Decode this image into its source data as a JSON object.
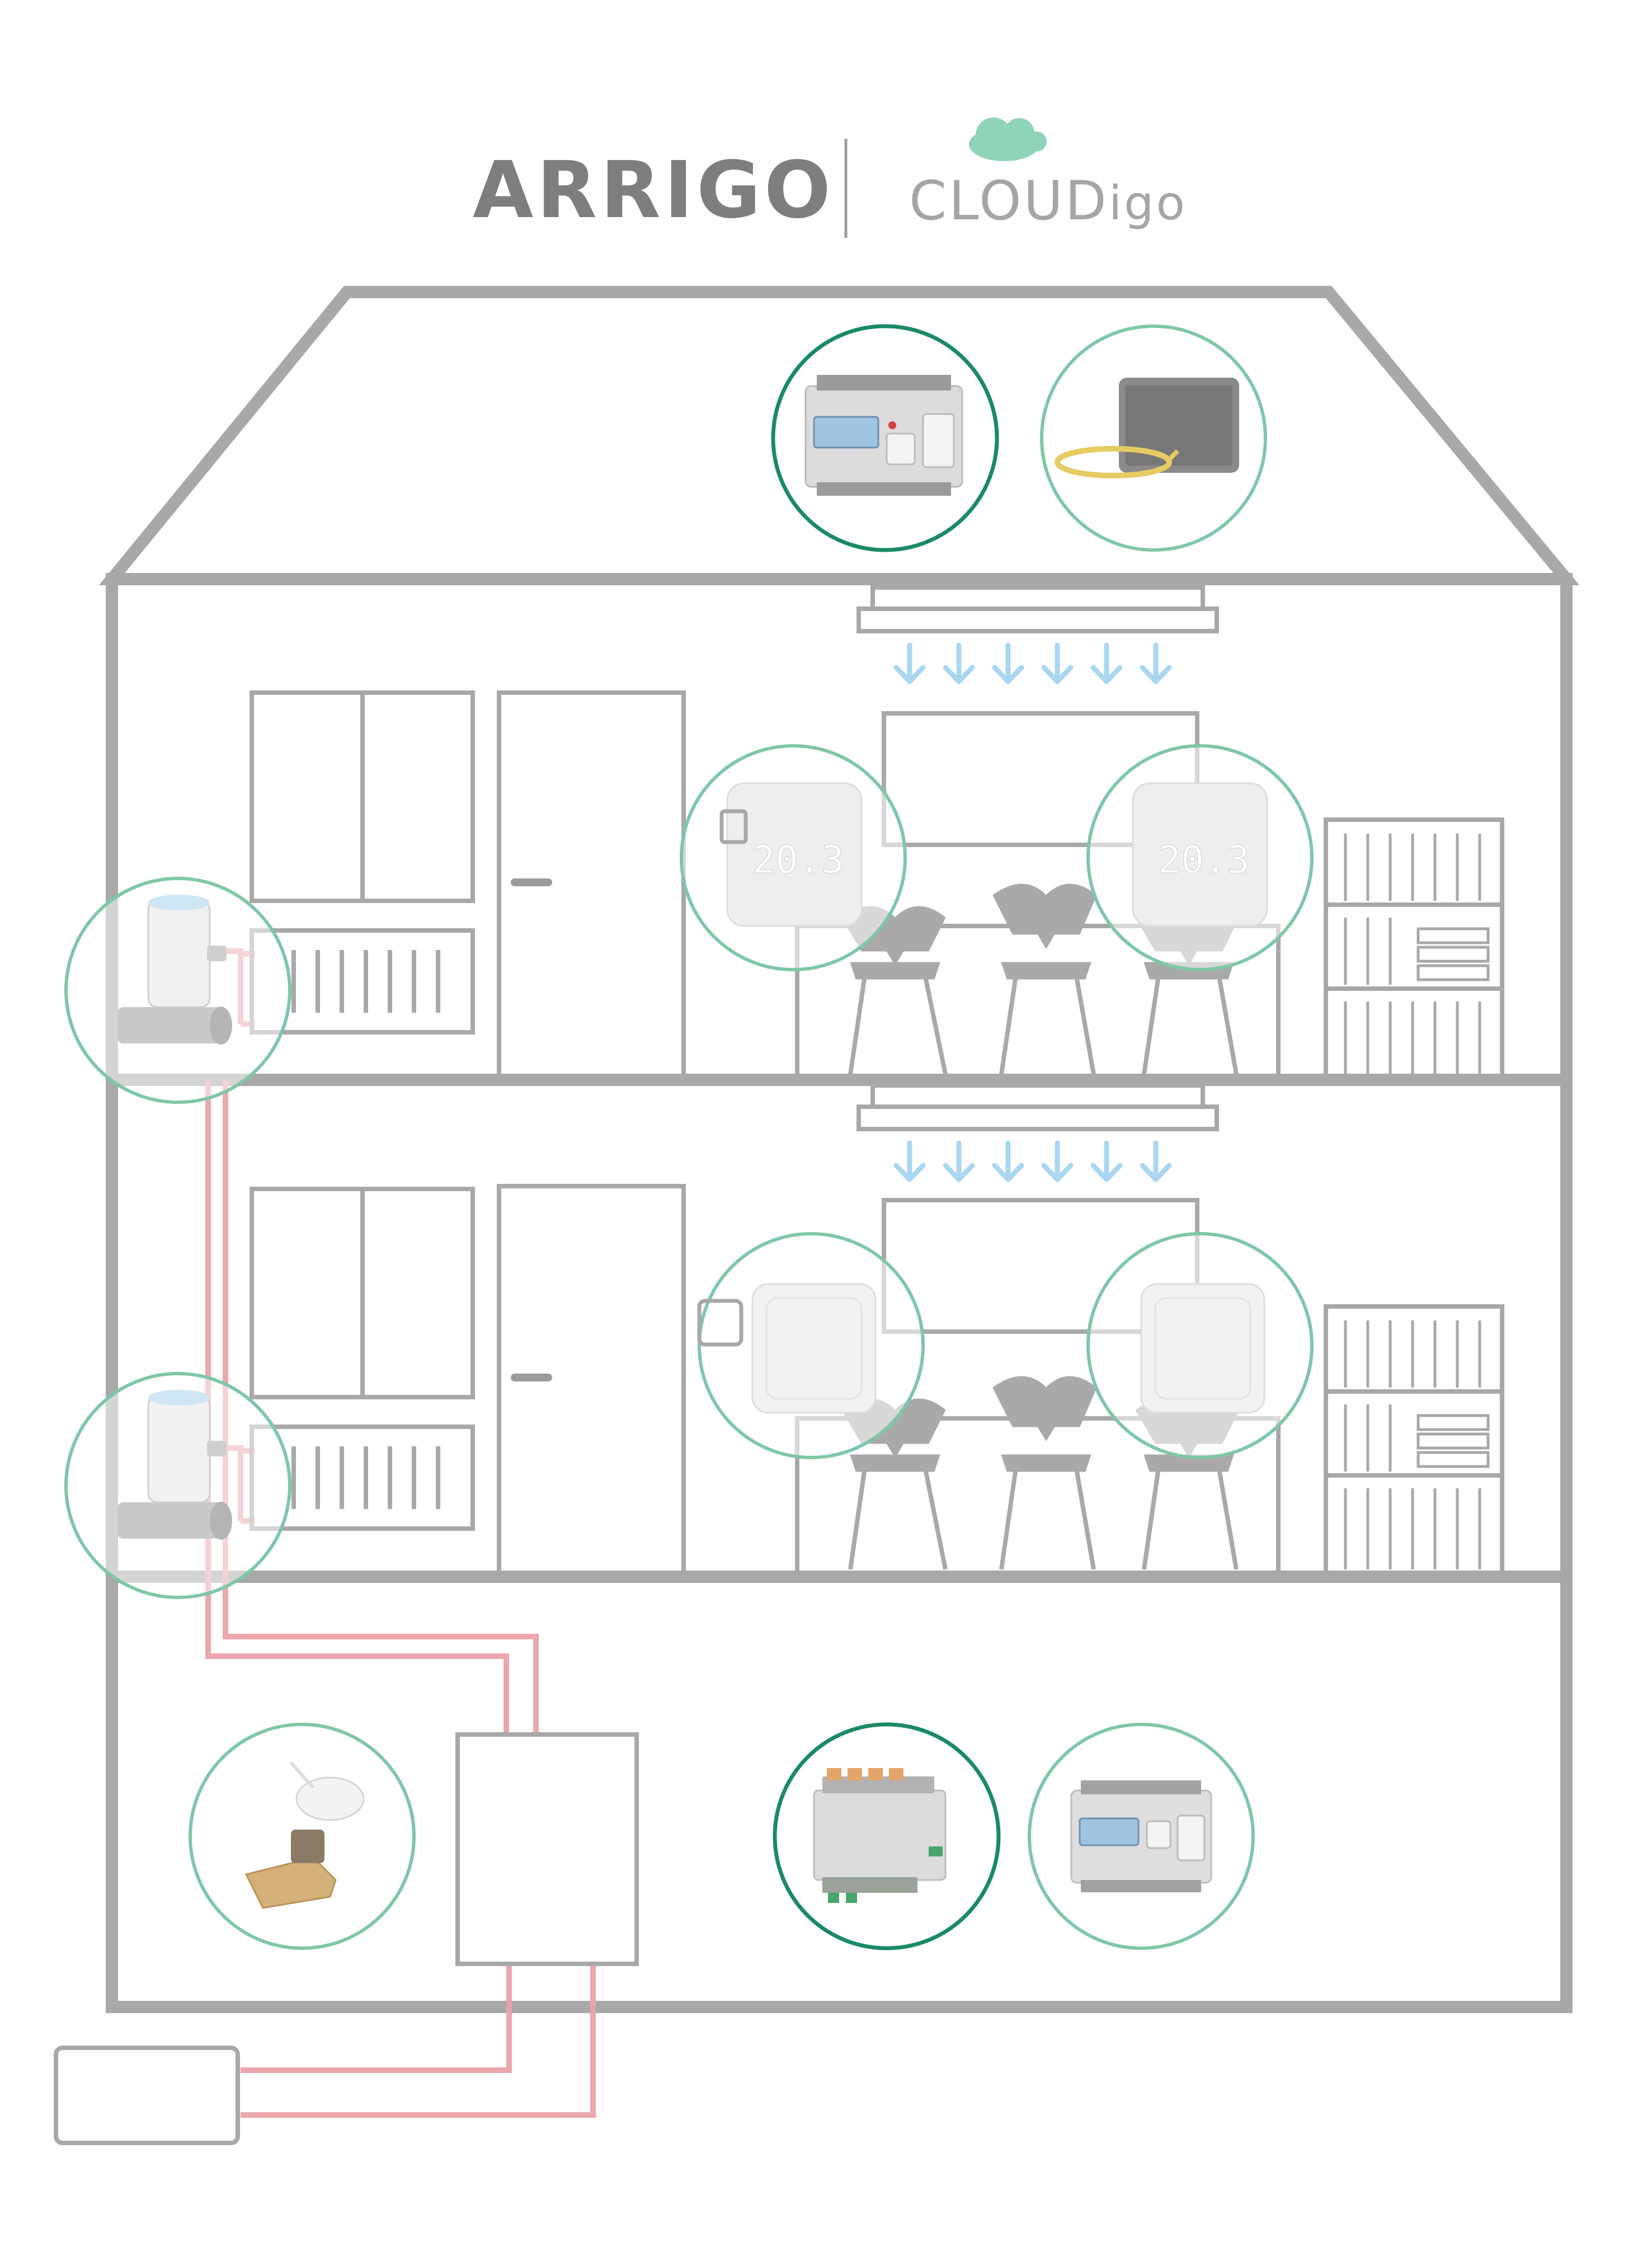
{
  "header": {
    "brand_left": "ARRIGO",
    "brand_right_prefix": "CLOUD",
    "brand_right_suffix": "igo"
  },
  "colors": {
    "outline": "#a8a8a8",
    "outline_dark": "#9a9a9a",
    "device_ring": "#7fc7a6",
    "device_ring_active": "#1a8a62",
    "cloud": "#8fd3b8",
    "pipe": "#eaa3a9",
    "airflow": "#a9d7f2",
    "chair": "#a9a9a9",
    "device_body": "#e9e9e9",
    "device_screen": "#9fc4e2",
    "brass": "#d4b07a"
  },
  "thermostat_readings": {
    "floor2_left": "20.3",
    "floor2_right": "20.3"
  },
  "devices": [
    {
      "name": "attic-controller",
      "icon": "din-rail-controller-icon",
      "active": true
    },
    {
      "name": "attic-tablet",
      "icon": "tablet-with-cable-icon",
      "active": false
    },
    {
      "name": "room-thermostat-f2-left",
      "icon": "room-thermostat-display-icon",
      "active": false
    },
    {
      "name": "room-thermostat-f2-right",
      "icon": "room-thermostat-display-icon",
      "active": false
    },
    {
      "name": "radiator-valve-f2",
      "icon": "thermostatic-valve-actuator-icon",
      "active": false
    },
    {
      "name": "room-sensor-f1-left",
      "icon": "room-sensor-icon",
      "active": false
    },
    {
      "name": "room-sensor-f1-right",
      "icon": "room-sensor-icon",
      "active": false
    },
    {
      "name": "radiator-valve-f1",
      "icon": "thermostatic-valve-actuator-icon",
      "active": false
    },
    {
      "name": "basement-balancing-valve",
      "icon": "balancing-valve-icon",
      "active": false
    },
    {
      "name": "basement-io-module",
      "icon": "io-module-icon",
      "active": true
    },
    {
      "name": "basement-controller",
      "icon": "din-rail-controller-icon",
      "active": false
    }
  ]
}
